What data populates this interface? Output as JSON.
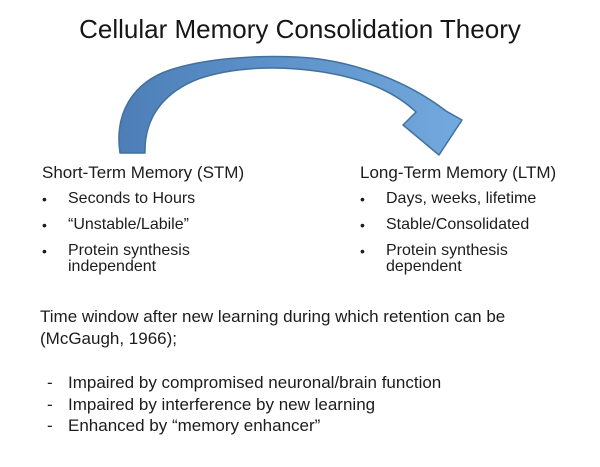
{
  "slide": {
    "title": "Cellular Memory Consolidation Theory",
    "bullet_char": "•",
    "dash_char": "-",
    "arrow": {
      "label": "curved arrow from STM to LTM",
      "fill_start": "#4d7eb8",
      "fill_end": "#72a9de",
      "outline": "#41719c"
    },
    "stm": {
      "heading": "Short-Term Memory (STM)",
      "bullets": [
        "Seconds to Hours",
        "“Unstable/Labile”",
        "Protein synthesis independent"
      ]
    },
    "ltm": {
      "heading": "Long-Term Memory (LTM)",
      "bullets": [
        "Days, weeks, lifetime",
        "Stable/Consolidated",
        "Protein synthesis dependent"
      ]
    },
    "note": {
      "lines": [
        "Time window after new learning during which retention can be",
        "(McGaugh, 1966);"
      ]
    },
    "modulators": [
      "Impaired by compromised neuronal/brain function",
      "Impaired by interference by new learning",
      "Enhanced by “memory enhancer”"
    ]
  }
}
